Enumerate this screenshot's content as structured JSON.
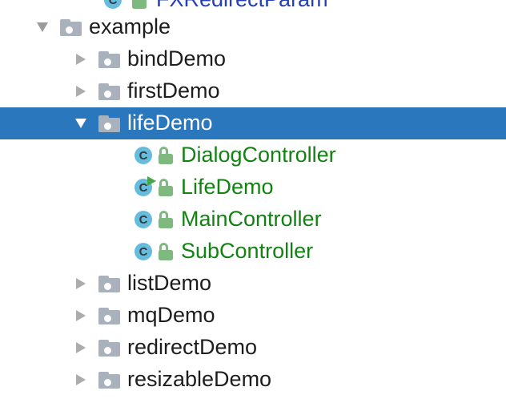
{
  "tree": {
    "rows": [
      {
        "label": "FXRedirectParam",
        "kind": "class",
        "vcs": "modified",
        "clipped_at_top": true,
        "lock": "unlocked"
      },
      {
        "label": "example",
        "kind": "folder",
        "state": "expanded",
        "level": 0
      },
      {
        "label": "bindDemo",
        "kind": "folder",
        "state": "collapsed",
        "level": 1
      },
      {
        "label": "firstDemo",
        "kind": "folder",
        "state": "collapsed",
        "level": 1
      },
      {
        "label": "lifeDemo",
        "kind": "folder",
        "state": "expanded",
        "level": 1,
        "selected": true
      },
      {
        "label": "DialogController",
        "kind": "class",
        "vcs": "added",
        "level": 2,
        "lock": "unlocked"
      },
      {
        "label": "LifeDemo",
        "kind": "class",
        "vcs": "added",
        "level": 2,
        "lock": "unlocked",
        "runnable": true
      },
      {
        "label": "MainController",
        "kind": "class",
        "vcs": "added",
        "level": 2,
        "lock": "unlocked"
      },
      {
        "label": "SubController",
        "kind": "class",
        "vcs": "added",
        "level": 2,
        "lock": "unlocked"
      },
      {
        "label": "listDemo",
        "kind": "folder",
        "state": "collapsed",
        "level": 1
      },
      {
        "label": "mqDemo",
        "kind": "folder",
        "state": "collapsed",
        "level": 1
      },
      {
        "label": "redirectDemo",
        "kind": "folder",
        "state": "collapsed",
        "level": 1
      },
      {
        "label": "resizableDemo",
        "kind": "folder",
        "state": "collapsed",
        "level": 1
      }
    ]
  },
  "icons": {
    "class_badge_letter": "C"
  },
  "colors": {
    "selection_background": "#2B77BE",
    "selected_text": "#FFFFFF",
    "tree_text": "#1D1D1D",
    "vcs_added_text": "#128312",
    "vcs_modified_text": "#2440B8",
    "folder_icon": "#A9B2BC",
    "class_icon_background": "#65BCDC",
    "lock_icon": "#7FB97F",
    "run_arrow": "#47A647",
    "chevron_collapsed": "#ACACAC",
    "chevron_expanded": "#9B9B9B"
  }
}
